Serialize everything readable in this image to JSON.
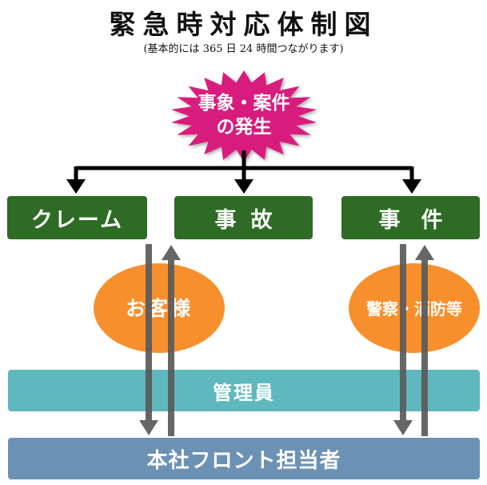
{
  "header": {
    "title": "緊急時対応体制図",
    "subtitle": "(基本的には 365 日 24 時間つながります)"
  },
  "diagram": {
    "trigger": {
      "line1": "事象・案件",
      "line2": "の発生"
    },
    "categories": [
      {
        "id": "claim",
        "label": "クレーム"
      },
      {
        "id": "accident",
        "label": "事故"
      },
      {
        "id": "incident",
        "label": "事件"
      }
    ],
    "parties": {
      "customer": "お客様",
      "police": "警察・消防等"
    },
    "manager_label": "管理員",
    "front_label": "本社フロント担当者"
  },
  "colors": {
    "burst": "#d81b7d",
    "category_green": "#2e6b25",
    "ellipse_orange": "#f7902c",
    "manager_bar": "#5fb8bd",
    "front_bar": "#6b92b4",
    "arrow_gray": "#5a5a5a"
  }
}
